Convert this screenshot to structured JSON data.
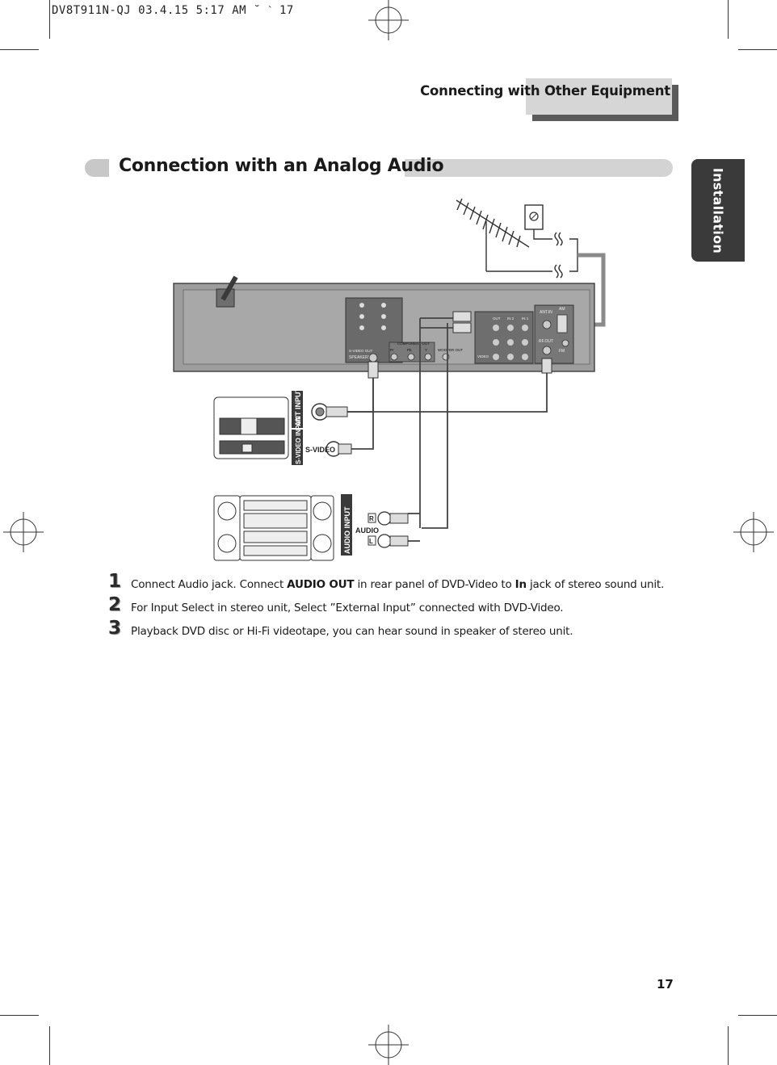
{
  "print_header": "DV8T911N-QJ 03.4.15 5:17 AM ˘ ˋ 17",
  "section_title": "Connecting with Other Equipment",
  "side_tab": "Installation",
  "heading": "Connection with an Analog Audio",
  "diagram": {
    "panel_labels": {
      "speakers": "SPEAKERS",
      "component_out": "COMPONENT OUT",
      "pr": "Pr",
      "pb": "Pb",
      "y": "Y",
      "s_video_out": "S-VIDEO OUT",
      "woofer_out": "WOOFER OUT",
      "out": "OUT",
      "in2": "IN 2",
      "in1": "IN 1",
      "video": "VIDEO",
      "ant_in": "ANT.IN",
      "rf_out": "RF.OUT",
      "am": "AM",
      "fm": "FM"
    },
    "ant_input": "ANT INPUT",
    "s_video_input": "S-VIDEO INPUT",
    "s_video_plug": "S-VIDEO",
    "audio_input": "AUDIO INPUT",
    "audio": "AUDIO",
    "r": "R",
    "l": "L"
  },
  "steps": [
    {
      "num": "1",
      "pre": "Connect Audio jack. Connect ",
      "bold1": "AUDIO OUT",
      "mid": " in rear panel of DVD-Video to ",
      "bold2": "In",
      "post": " jack of stereo sound unit."
    },
    {
      "num": "2",
      "text": "For Input Select in stereo unit, Select ”External Input” connected with DVD-Video."
    },
    {
      "num": "3",
      "text": "Playback DVD disc or Hi-Fi videotape, you can hear sound in speaker of stereo unit."
    }
  ],
  "page_number": "17"
}
